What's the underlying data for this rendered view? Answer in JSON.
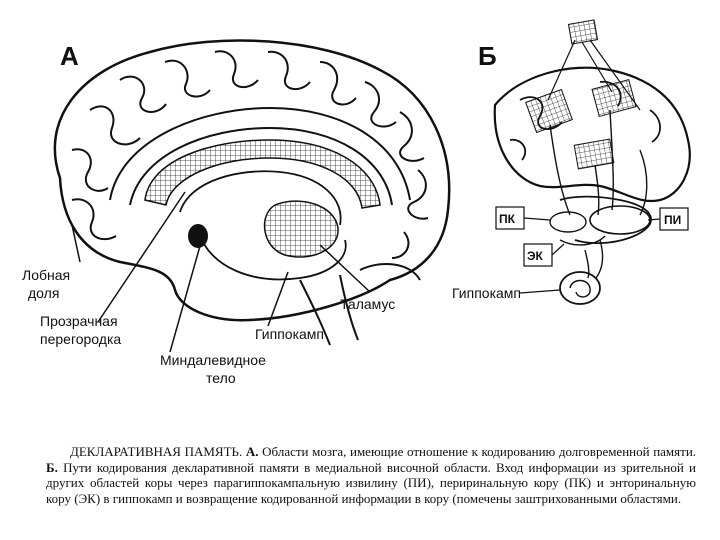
{
  "panel_a": {
    "letter": "А",
    "labels": {
      "frontal_lobe_1": "Лобная",
      "frontal_lobe_2": "доля",
      "septum_1": "Прозрачная",
      "septum_2": "перегородка",
      "amygdala_1": "Миндалевидное",
      "amygdala_2": "тело",
      "hippocampus": "Гиппокамп",
      "thalamus": "Таламус"
    }
  },
  "panel_b": {
    "letter": "Б",
    "labels": {
      "pk": "ПК",
      "pi": "ПИ",
      "ek": "ЭК",
      "hippocampus": "Гиппокамп"
    }
  },
  "caption": {
    "title": "ДЕКЛАРАТИВНАЯ ПАМЯТЬ.",
    "part_a_marker": "А.",
    "part_a_text": "Области мозга, имеющие отношение к кодированию долговременной памяти.",
    "part_b_marker": "Б.",
    "part_b_text": "Пути кодирования декларативной памяти в медиальной височной области. Вход информации из зрительной и других областей коры через парагиппокампальную извилину (ПИ), периринальную кору (ПК) и энторинальную кору (ЭК) в гиппокамп и возвращение кодированной информации в кору (помечены заштрихованными областями."
  }
}
